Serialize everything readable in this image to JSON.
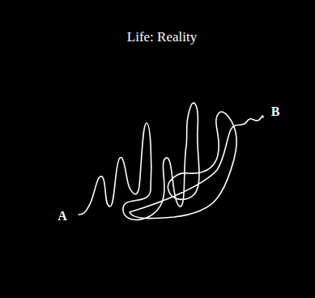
{
  "diagram": {
    "title": "Life: Reality",
    "labels": [
      "A",
      "B"
    ]
  }
}
